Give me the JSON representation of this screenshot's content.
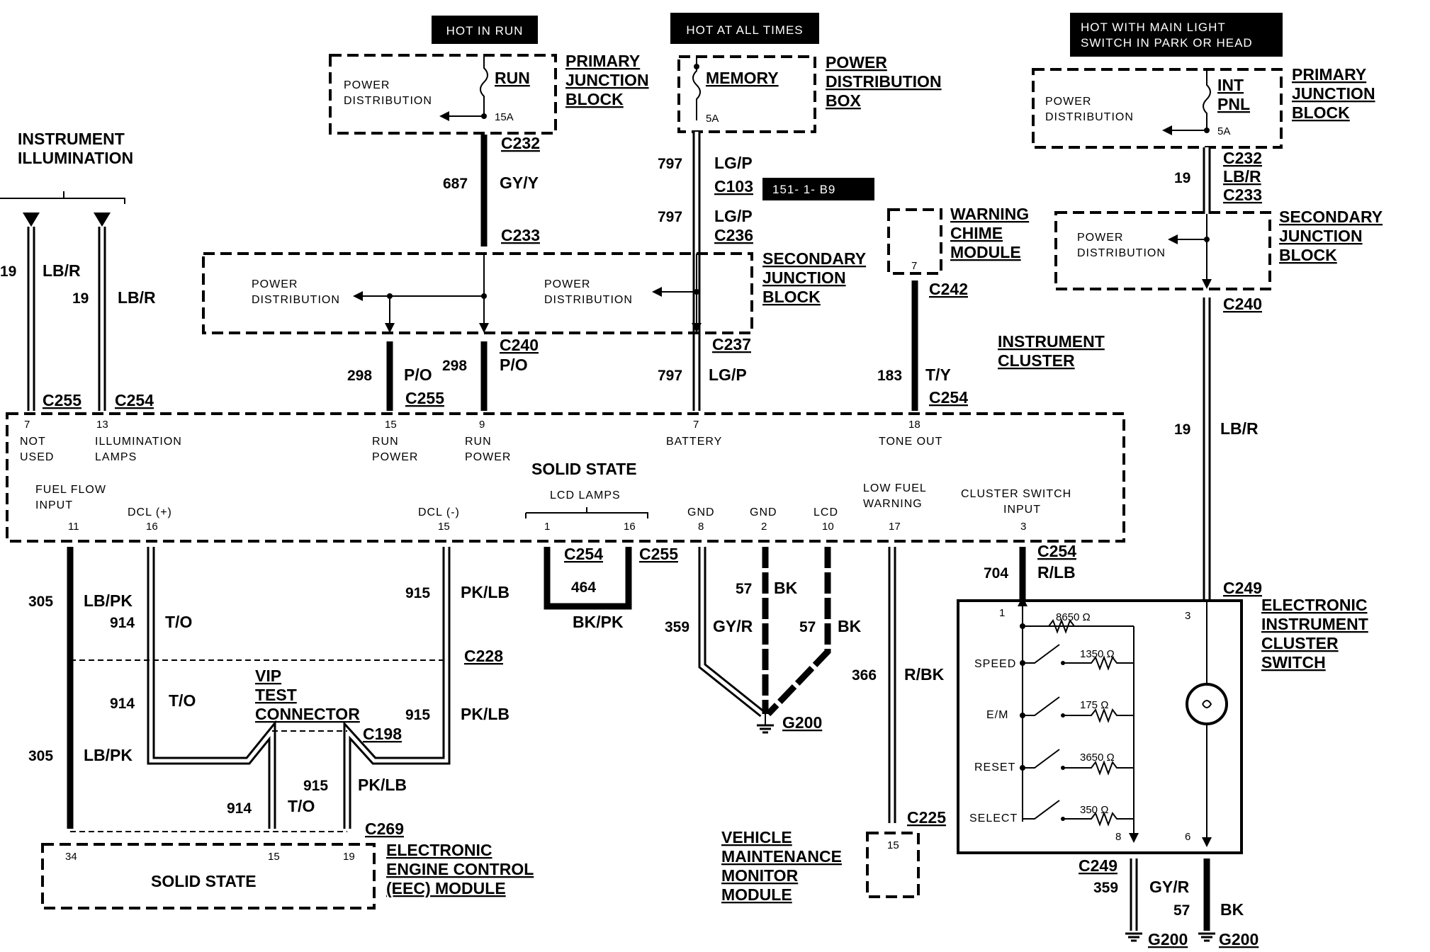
{
  "banners": {
    "hot_in_run": "HOT IN RUN",
    "hot_at_all_times": "HOT AT ALL TIMES",
    "hot_main_light_1": "HOT WITH MAIN LIGHT",
    "hot_main_light_2": "SWITCH IN PARK OR HEAD",
    "ref_code": "151-   1-    B9"
  },
  "blocks": {
    "primary_jb_left": [
      "PRIMARY",
      "JUNCTION",
      "BLOCK"
    ],
    "power_dist_box": [
      "POWER",
      "DISTRIBUTION",
      "BOX"
    ],
    "primary_jb_right": [
      "PRIMARY",
      "JUNCTION",
      "BLOCK"
    ],
    "secondary_jb_left": [
      "SECONDARY",
      "JUNCTION",
      "BLOCK"
    ],
    "secondary_jb_right": [
      "SECONDARY",
      "JUNCTION",
      "BLOCK"
    ],
    "warning_chime": [
      "WARNING",
      "CHIME",
      "MODULE"
    ],
    "instrument_cluster": [
      "INSTRUMENT",
      "CLUSTER"
    ],
    "instrument_illumination": [
      "INSTRUMENT",
      "ILLUMINATION"
    ],
    "eec_module": [
      "ELECTRONIC",
      "ENGINE  CONTROL",
      "(EEC)  MODULE"
    ],
    "vip_connector": [
      "VIP",
      "TEST",
      "CONNECTOR"
    ],
    "vmm_module": [
      "VEHICLE",
      "MAINTENANCE",
      "MONITOR",
      "MODULE"
    ],
    "eic_switch": [
      "ELECTRONIC",
      "INSTRUMENT",
      "CLUSTER",
      "SWITCH"
    ],
    "power_distribution": "POWER",
    "power_distribution_2": "DISTRIBUTION",
    "solid_state": "SOLID STATE"
  },
  "fuses": {
    "run": "RUN",
    "run_amp": "15A",
    "memory": "MEMORY",
    "memory_amp": "5A",
    "int_pnl_1": "INT",
    "int_pnl_2": "PNL",
    "int_pnl_amp": "5A"
  },
  "connectors": {
    "c232": "C232",
    "c233": "C233",
    "c103": "C103",
    "c236": "C236",
    "c240": "C240",
    "c237": "C237",
    "c255": "C255",
    "c254": "C254",
    "c242": "C242",
    "c228": "C228",
    "c198": "C198",
    "c269": "C269",
    "c225": "C225",
    "c249": "C249",
    "g200": "G200",
    "lbr": "LB/R"
  },
  "wires": [
    {
      "circuit": "687",
      "color": "GY/Y"
    },
    {
      "circuit": "797",
      "color": "LG/P"
    },
    {
      "circuit": "298",
      "color": "P/O"
    },
    {
      "circuit": "183",
      "color": "T/Y"
    },
    {
      "circuit": "19",
      "color": "LB/R"
    },
    {
      "circuit": "305",
      "color": "LB/PK"
    },
    {
      "circuit": "914",
      "color": "T/O"
    },
    {
      "circuit": "915",
      "color": "PK/LB"
    },
    {
      "circuit": "464",
      "color": "BK/PK"
    },
    {
      "circuit": "57",
      "color": "BK"
    },
    {
      "circuit": "359",
      "color": "GY/R"
    },
    {
      "circuit": "366",
      "color": "R/BK"
    },
    {
      "circuit": "704",
      "color": "R/LB"
    }
  ],
  "cluster_pins_top": [
    {
      "pin": "7",
      "l1": "NOT",
      "l2": "USED"
    },
    {
      "pin": "13",
      "l1": "ILLUMINATION",
      "l2": "LAMPS"
    },
    {
      "pin": "15",
      "l1": "RUN",
      "l2": "POWER"
    },
    {
      "pin": "9",
      "l1": "RUN",
      "l2": "POWER"
    },
    {
      "pin": "7",
      "l1": "BATTERY",
      "l2": ""
    },
    {
      "pin": "18",
      "l1": "TONE OUT",
      "l2": ""
    }
  ],
  "cluster_pins_bottom": [
    {
      "pin": "11",
      "l1": "FUEL FLOW",
      "l2": "INPUT"
    },
    {
      "pin": "16",
      "l1": "DCL (+)",
      "l2": ""
    },
    {
      "pin": "15",
      "l1": "DCL (-)",
      "l2": ""
    },
    {
      "pin": "1",
      "l1": "",
      "l2": ""
    },
    {
      "pin": "16",
      "l1": "",
      "l2": ""
    },
    {
      "pin": "8",
      "l1": "GND",
      "l2": ""
    },
    {
      "pin": "2",
      "l1": "GND",
      "l2": ""
    },
    {
      "pin": "10",
      "l1": "LCD",
      "l2": ""
    },
    {
      "pin": "17",
      "l1": "LOW FUEL",
      "l2": "WARNING"
    },
    {
      "pin": "3",
      "l1": "CLUSTER SWITCH",
      "l2": "INPUT"
    }
  ],
  "lcd_lamps": "LCD LAMPS",
  "switch": {
    "items": [
      "SPEED",
      "E/M",
      "RESET",
      "SELECT"
    ],
    "resistors": [
      "8650 Ω",
      "1350 Ω",
      "175 Ω",
      "3650 Ω",
      "350 Ω"
    ],
    "pins": [
      "1",
      "3",
      "8",
      "6"
    ]
  },
  "eec_pins": [
    "34",
    "15",
    "19"
  ],
  "vmm_pin": "15",
  "chime_pin": "7"
}
